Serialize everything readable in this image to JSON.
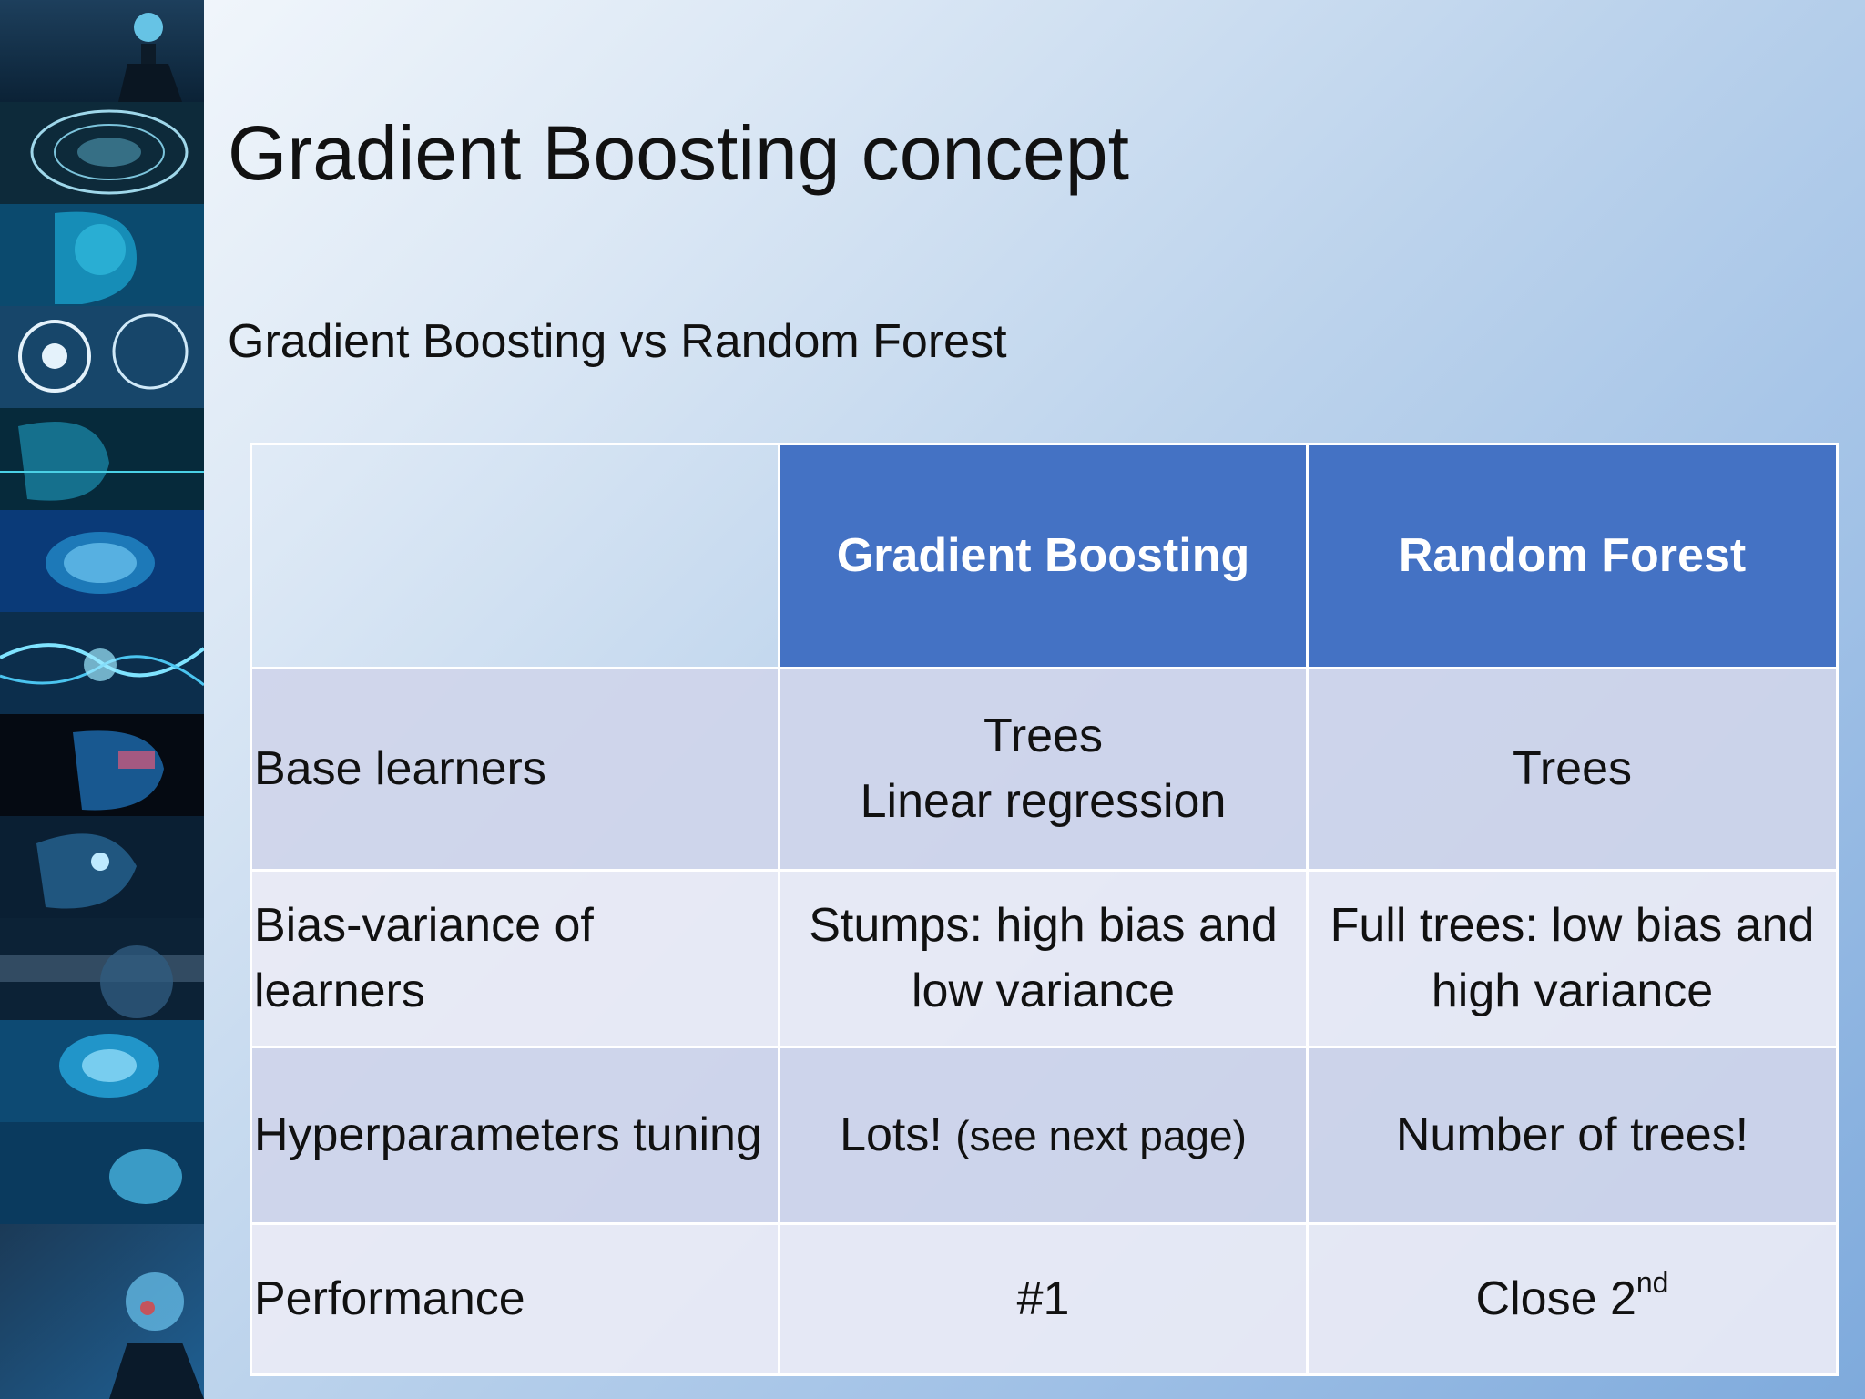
{
  "slide": {
    "title": "Gradient Boosting concept",
    "subtitle": "Gradient Boosting vs Random Forest"
  },
  "table": {
    "headers": [
      "",
      "Gradient Boosting",
      "Random Forest"
    ],
    "rows": [
      {
        "label": "Base learners",
        "gb_line1": "Trees",
        "gb_line2": "Linear regression",
        "rf": "Trees"
      },
      {
        "label": "Bias-variance of learners",
        "gb": "Stumps: high bias and low variance",
        "rf": "Full trees: low bias and high variance"
      },
      {
        "label": "Hyperparameters tuning",
        "gb_main": "Lots!",
        "gb_note": "(see next page)",
        "rf": "Number of trees!"
      },
      {
        "label": "Performance",
        "gb": "#1",
        "rf_main": "Close 2",
        "rf_sup": "nd"
      }
    ]
  },
  "colors": {
    "header_fill": "#4472c4",
    "row_fill_dark": "#cfd5ea",
    "row_fill_light": "#e9ebf5"
  },
  "decor_strip": {
    "icons": [
      "head-silhouette-icon",
      "brain-circuit-icon",
      "digital-face-icon",
      "gears-brain-icon",
      "cyber-face-icon",
      "glowing-brain-icon",
      "neural-wires-icon",
      "robot-face-icon",
      "code-head-icon",
      "binary-head-icon",
      "brain-glow-icon",
      "hand-brain-icon"
    ]
  }
}
